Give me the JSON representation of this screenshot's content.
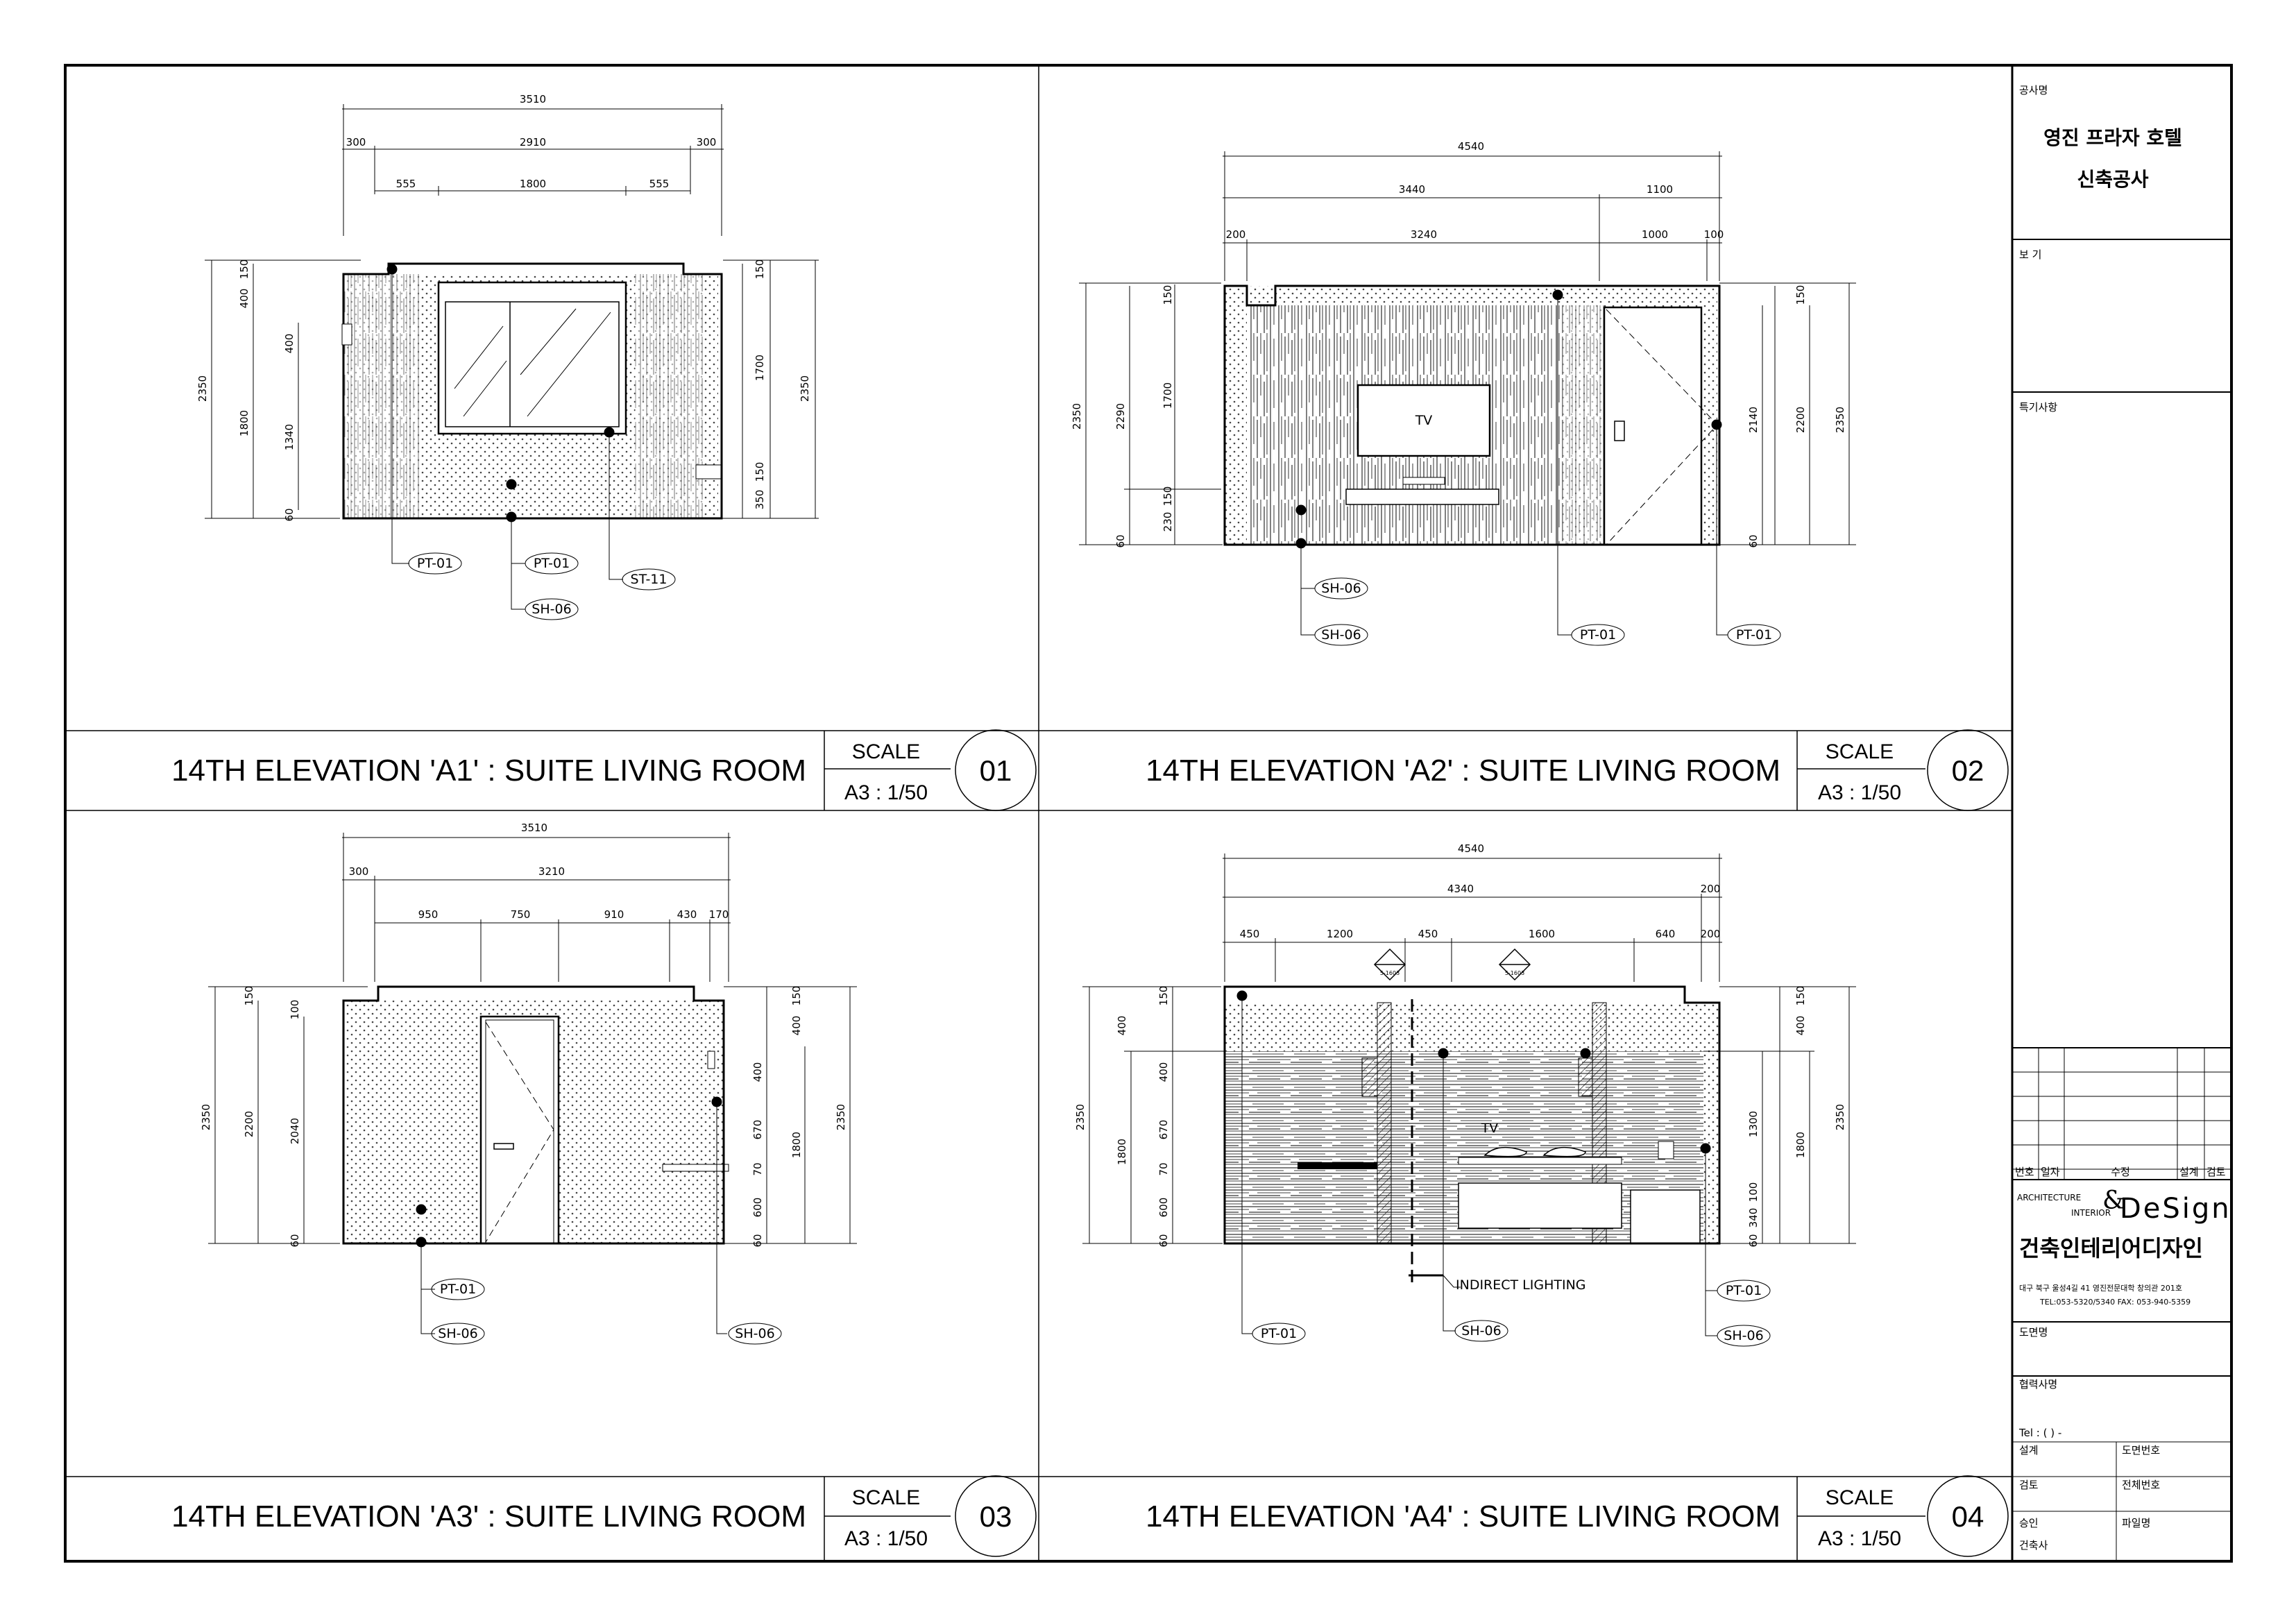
{
  "panels": [
    {
      "title": "14TH ELEVATION 'A1' : SUITE LIVING ROOM",
      "scale_label": "SCALE",
      "scale": "A3 : 1/50",
      "number": "01",
      "tags": [
        "PT-01",
        "PT-01",
        "ST-11",
        "SH-06"
      ],
      "dims": [
        "3510",
        "300",
        "2910",
        "300",
        "555",
        "1800",
        "555",
        "150",
        "400",
        "400",
        "1800",
        "1340",
        "60",
        "2350",
        "150",
        "1700",
        "150",
        "350",
        "2350"
      ]
    },
    {
      "title": "14TH ELEVATION 'A2' : SUITE LIVING ROOM",
      "scale_label": "SCALE",
      "scale": "A3 : 1/50",
      "number": "02",
      "tv": "TV",
      "tags": [
        "SH-06",
        "SH-06",
        "PT-01",
        "PT-01"
      ],
      "dims": [
        "4540",
        "3440",
        "1100",
        "200",
        "3240",
        "1000",
        "100",
        "150",
        "2350",
        "2290",
        "1700",
        "150",
        "230",
        "60",
        "150",
        "2140",
        "2200",
        "2350",
        "60"
      ]
    },
    {
      "title": "14TH ELEVATION 'A3' : SUITE LIVING ROOM",
      "scale_label": "SCALE",
      "scale": "A3 : 1/50",
      "number": "03",
      "tags": [
        "PT-01",
        "SH-06",
        "SH-06"
      ],
      "dims": [
        "3510",
        "300",
        "3210",
        "950",
        "750",
        "910",
        "430",
        "170",
        "150",
        "100",
        "2350",
        "2200",
        "2040",
        "60",
        "150",
        "400",
        "400",
        "670",
        "70",
        "600",
        "60",
        "1800",
        "2350"
      ]
    },
    {
      "title": "14TH ELEVATION 'A4' : SUITE LIVING ROOM",
      "scale_label": "SCALE",
      "scale": "A3 : 1/50",
      "number": "04",
      "tv": "TV",
      "indirect": "INDIRECT LIGHTING",
      "tags": [
        "PT-01",
        "SH-06",
        "PT-01",
        "SH-06"
      ],
      "callouts": [
        "5-1603",
        "5-1603"
      ],
      "dims": [
        "4540",
        "4340",
        "200",
        "450",
        "1200",
        "450",
        "1600",
        "640",
        "200",
        "150",
        "400",
        "400",
        "670",
        "70",
        "600",
        "60",
        "2350",
        "1800",
        "150",
        "400",
        "1300",
        "100",
        "340",
        "60",
        "1800",
        "2350"
      ]
    }
  ],
  "title_block": {
    "project_label": "공사명",
    "project_name_1": "영진 프라자 호텔",
    "project_name_2": "신축공사",
    "view_label": "보 기",
    "notes_label": "특기사항",
    "rev_headers": [
      "번호",
      "일자",
      "수정",
      "설계",
      "검토"
    ],
    "firm_small": "ARCHITECTURE",
    "firm_amp": "&",
    "firm_interior": "INTERIOR",
    "firm_design": "DeSign",
    "firm_korean": "건축인테리어디자인",
    "address": "대구 북구 울성4길 41 영진전문대학 창의관 201호",
    "tel": "TEL:053-5320/5340 FAX: 053-940-5359",
    "drawing_name_label": "도면명",
    "client_label": "협력사명",
    "client_tel": "Tel : (    )    -",
    "design_label": "설계",
    "drawing_no_label": "도면번호",
    "check_label": "검토",
    "total_no_label": "전체번호",
    "approve_label": "승인",
    "file_label": "파일명",
    "architect_label": "건축사"
  }
}
